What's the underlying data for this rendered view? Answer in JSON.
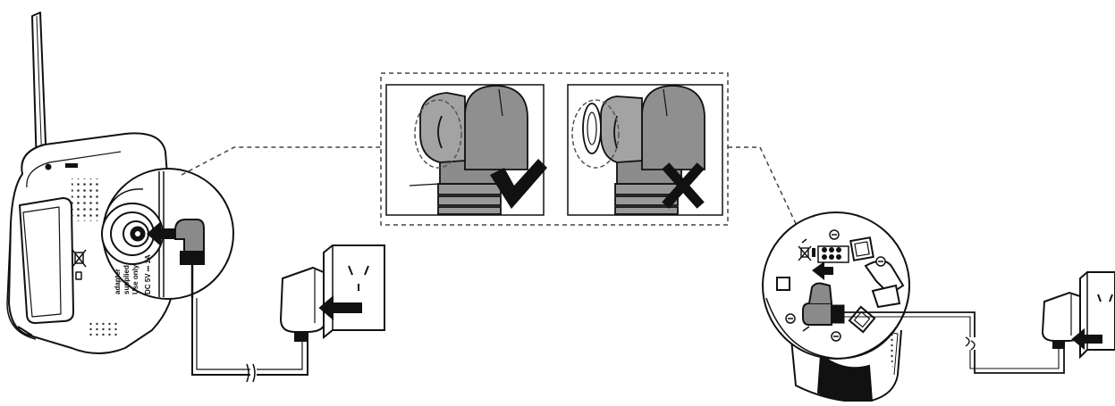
{
  "figure": {
    "monitor_labels": {
      "dc_rating": "DC 5V ⎓ 1A",
      "use_only": "Use only",
      "supplied": "supplied",
      "adapter": "adapter"
    },
    "correct_panel": {
      "verdict": "correct",
      "mark": "check-mark"
    },
    "incorrect_panel": {
      "verdict": "incorrect",
      "mark": "x-mark"
    }
  }
}
